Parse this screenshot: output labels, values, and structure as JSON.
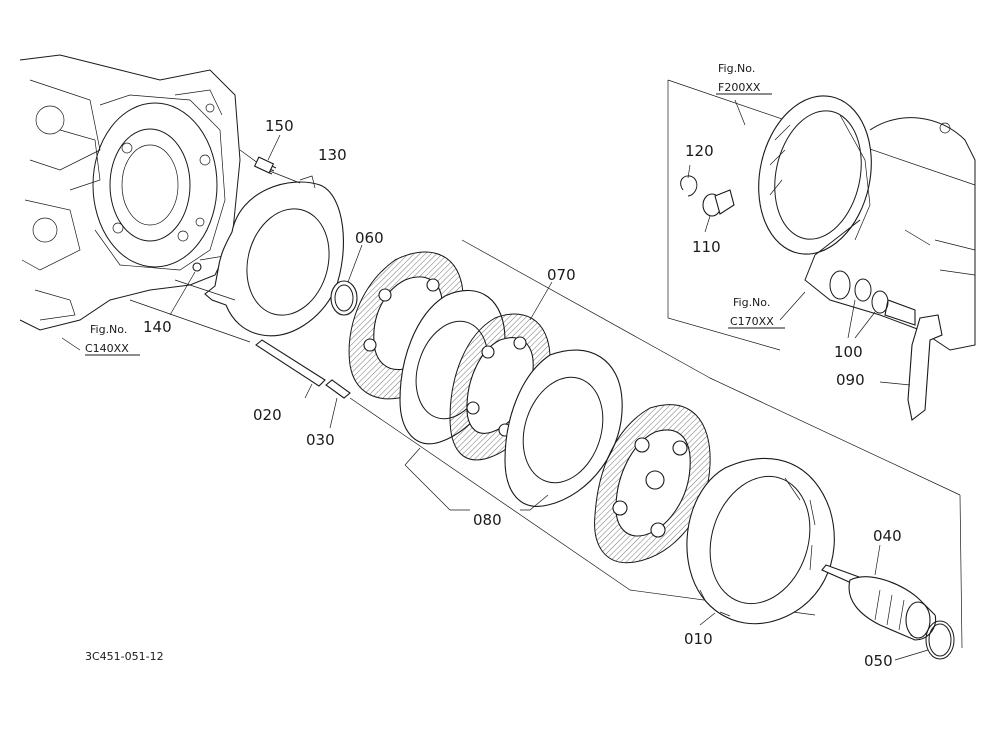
{
  "diagram": {
    "labels": {
      "p150": "150",
      "p130": "130",
      "p060": "060",
      "p070": "070",
      "p140": "140",
      "p020": "020",
      "p030": "030",
      "p080": "080",
      "p010": "010",
      "p040": "040",
      "p050": "050",
      "p120": "120",
      "p110": "110",
      "p100": "100",
      "p090": "090"
    },
    "refs": {
      "c140_title": "Fig.No.",
      "c140_code": "C140XX",
      "f200_title": "Fig.No.",
      "f200_code": "F200XX",
      "c170_title": "Fig.No.",
      "c170_code": "C170XX"
    },
    "drawing_code": "3C451-051-12"
  }
}
